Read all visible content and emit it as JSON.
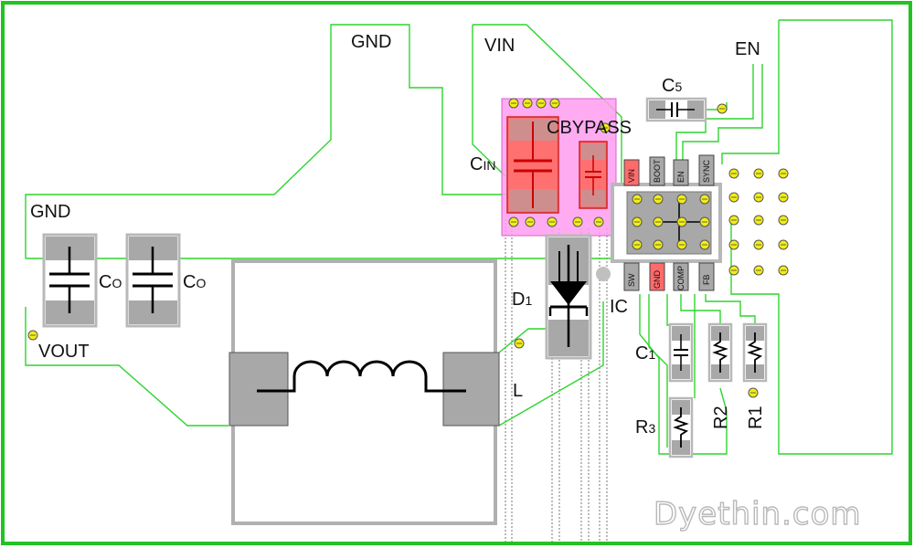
{
  "labels": {
    "gnd_top": "GND",
    "gnd_left": "GND",
    "vin": "VIN",
    "en": "EN",
    "vout": "VOUT",
    "c5_main": "C",
    "c5_sub": "5",
    "cbypass": "CBYPASS",
    "cin_main": "C",
    "cin_sub": "IN",
    "co1_main": "C",
    "co1_sub": "O",
    "co2_main": "C",
    "co2_sub": "O",
    "d1_main": "D",
    "d1_sub": "1",
    "ic": "IC",
    "c1_main": "C",
    "c1_sub": "1",
    "l": "L",
    "r3_main": "R",
    "r3_sub": "3",
    "r2": "R2",
    "r1": "R1"
  },
  "ic_pins": {
    "top": [
      "VIN",
      "BOOT",
      "EN",
      "SYNC"
    ],
    "bottom": [
      "SW",
      "GND",
      "COMP",
      "FB"
    ]
  },
  "watermark": "Dyethin.com",
  "colors": {
    "border": "#22c322",
    "trace": "#2fd42f",
    "pad": "#a8a8a8",
    "keepout": "#ff9cf0",
    "highlight": "#ff6b6b",
    "via": "#f2ee14"
  }
}
